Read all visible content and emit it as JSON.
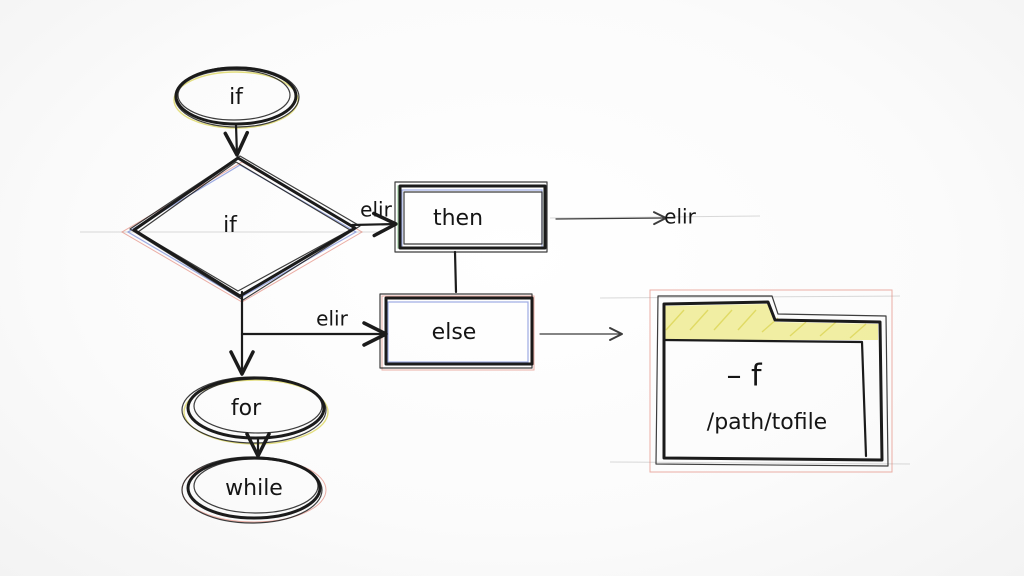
{
  "nodes": {
    "start": "if",
    "decision": "if",
    "then_box": "then",
    "else_box": "else",
    "for_node": "for",
    "while_node": "while",
    "folder_flag": "– f",
    "folder_path": "/path/tofile"
  },
  "edges": {
    "decision_to_then": "elir",
    "then_out": "elir",
    "decision_to_else": "elir"
  },
  "colors": {
    "ink": "#1b1b1b",
    "folder_tab_highlight": "#e8e25a",
    "accent_blue": "#6a7fd6",
    "accent_red": "#e07a6a"
  }
}
